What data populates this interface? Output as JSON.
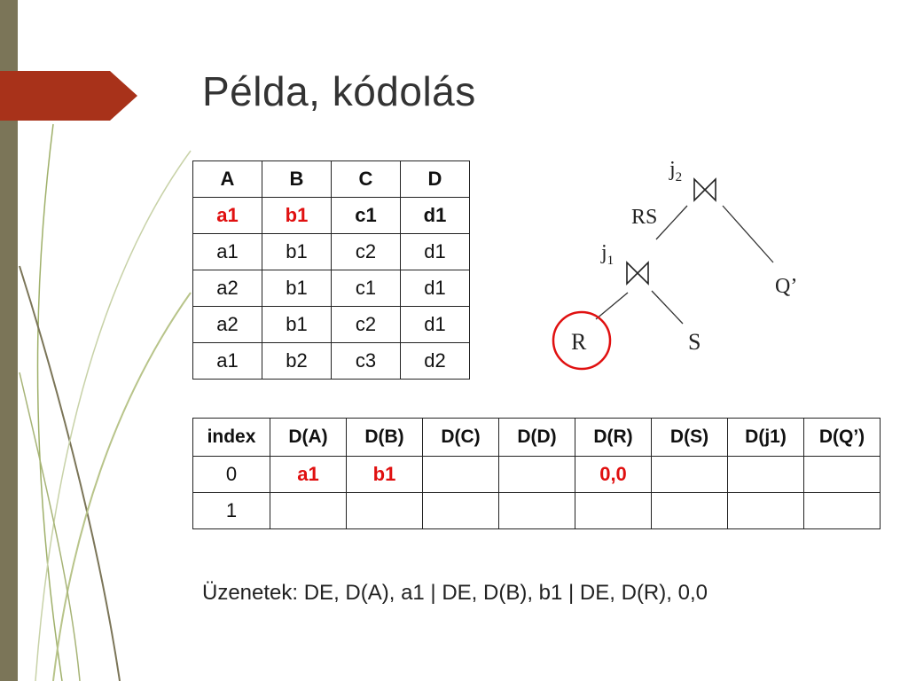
{
  "slide": {
    "title": "Példa, kódolás",
    "messages": "Üzenetek: DE, D(A), a1 | DE, D(B), b1 | DE, D(R), 0,0"
  },
  "data_table": {
    "headers": [
      "A",
      "B",
      "C",
      "D"
    ],
    "rows": [
      [
        "a1",
        "b1",
        "c1",
        "d1"
      ],
      [
        "a1",
        "b1",
        "c2",
        "d1"
      ],
      [
        "a2",
        "b1",
        "c1",
        "d1"
      ],
      [
        "a2",
        "b1",
        "c2",
        "d1"
      ],
      [
        "a1",
        "b2",
        "c3",
        "d2"
      ]
    ],
    "highlight_color": "#e01010"
  },
  "index_table": {
    "headers": [
      "index",
      "D(A)",
      "D(B)",
      "D(C)",
      "D(D)",
      "D(R)",
      "D(S)",
      "D(j1)",
      "D(Q’)"
    ],
    "rows": [
      [
        "0",
        "a1",
        "b1",
        "",
        "",
        "0,0",
        "",
        "",
        ""
      ],
      [
        "1",
        "",
        "",
        "",
        "",
        "",
        "",
        "",
        ""
      ]
    ]
  },
  "join_tree": {
    "j2_label": "j",
    "j2_sub": "2",
    "j1_label": "j",
    "j1_sub": "1",
    "rs_label": "RS",
    "q_label": "Q’",
    "r_label": "R",
    "s_label": "S",
    "circle_color": "#e01010",
    "join_icon": "bowtie-join-icon"
  },
  "colors": {
    "sidebar": "#7b7558",
    "banner": "#a8321a",
    "accent_red": "#e01010"
  }
}
